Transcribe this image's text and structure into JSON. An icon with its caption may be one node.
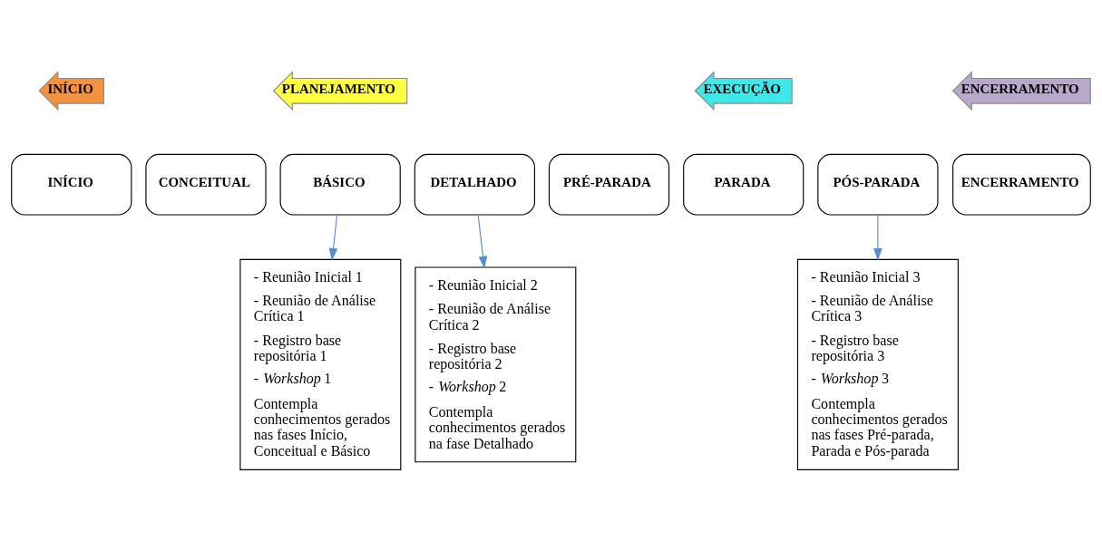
{
  "diagram": {
    "nodes": [
      {
        "text": [
          "INÍCIO"
        ]
      },
      {
        "text": [
          "PLANEJAMENTO"
        ]
      },
      {
        "text": [
          "EXECUÇÃO"
        ]
      },
      {
        "text": [
          "ENCERRAMENTO"
        ]
      },
      {
        "text": [
          "INÍCIO"
        ]
      },
      {
        "text": [
          "CONCEITUAL"
        ]
      },
      {
        "text": [
          "BÁSICO"
        ]
      },
      {
        "text": [
          "DETALHADO"
        ]
      },
      {
        "text": [
          "PRÉ-PARADA"
        ]
      },
      {
        "text": [
          "PARADA"
        ]
      },
      {
        "text": [
          "PÓS-PARADA"
        ]
      },
      {
        "text": [
          "ENCERRAMENTO"
        ]
      },
      {
        "text": [
          "- Reunião Inicial 1",
          "- Reunião de Análise Crítica 1",
          "- Registro base repositória 1",
          "- *Workshop* 1",
          "Contempla conhecimentos gerados nas fases Início, Conceitual e Básico"
        ]
      },
      {
        "text": [
          "- Reunião Inicial 2",
          "- Reunião de Análise Crítica 2",
          "- Registro base repositória 2",
          "- *Workshop* 2",
          "Contempla conhecimentos gerados na fase Detalhado"
        ]
      },
      {
        "text": [
          "- Reunião Inicial 3",
          "- Reunião de Análise Crítica 3",
          "- Registro base repositória 3",
          "- *Workshop* 3",
          "Contempla conhecimentos gerados nas fases Pré-parada, Parada e Pós-parada"
        ]
      }
    ],
    "edges": [
      {
        "from": 6,
        "to": 12,
        "arrow": "to"
      },
      {
        "from": 7,
        "to": 13,
        "arrow": "to"
      },
      {
        "from": 10,
        "to": 14,
        "arrow": "to"
      }
    ]
  }
}
